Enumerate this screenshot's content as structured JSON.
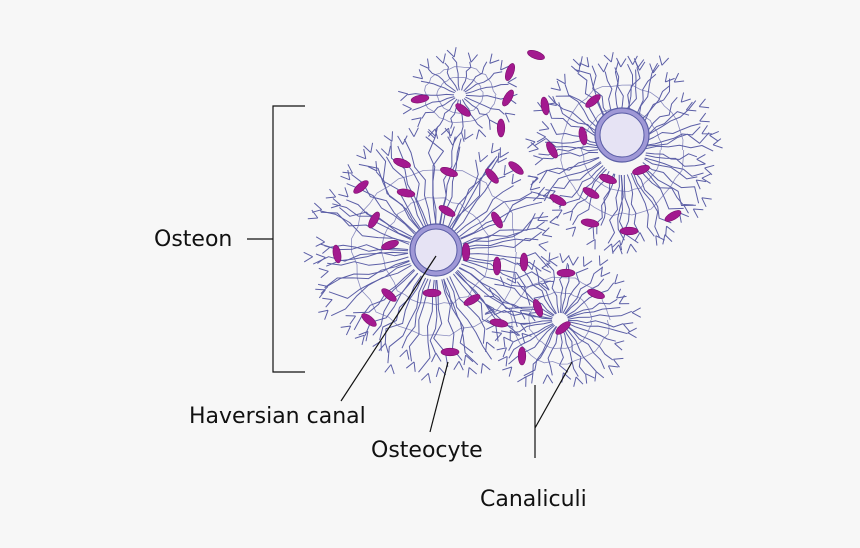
{
  "labels": {
    "osteon": "Osteon",
    "haversian_canal": "Haversian canal",
    "osteocyte": "Osteocyte",
    "canaliculi": "Canaliculi"
  },
  "colors": {
    "canaliculi_line": "#5b5ea6",
    "osteocyte_fill": "#a3198f",
    "canal_fill": "#e6e3f4",
    "canal_ring": "#9f98d6",
    "leader_line": "#111111",
    "background": "#f7f7f7"
  }
}
